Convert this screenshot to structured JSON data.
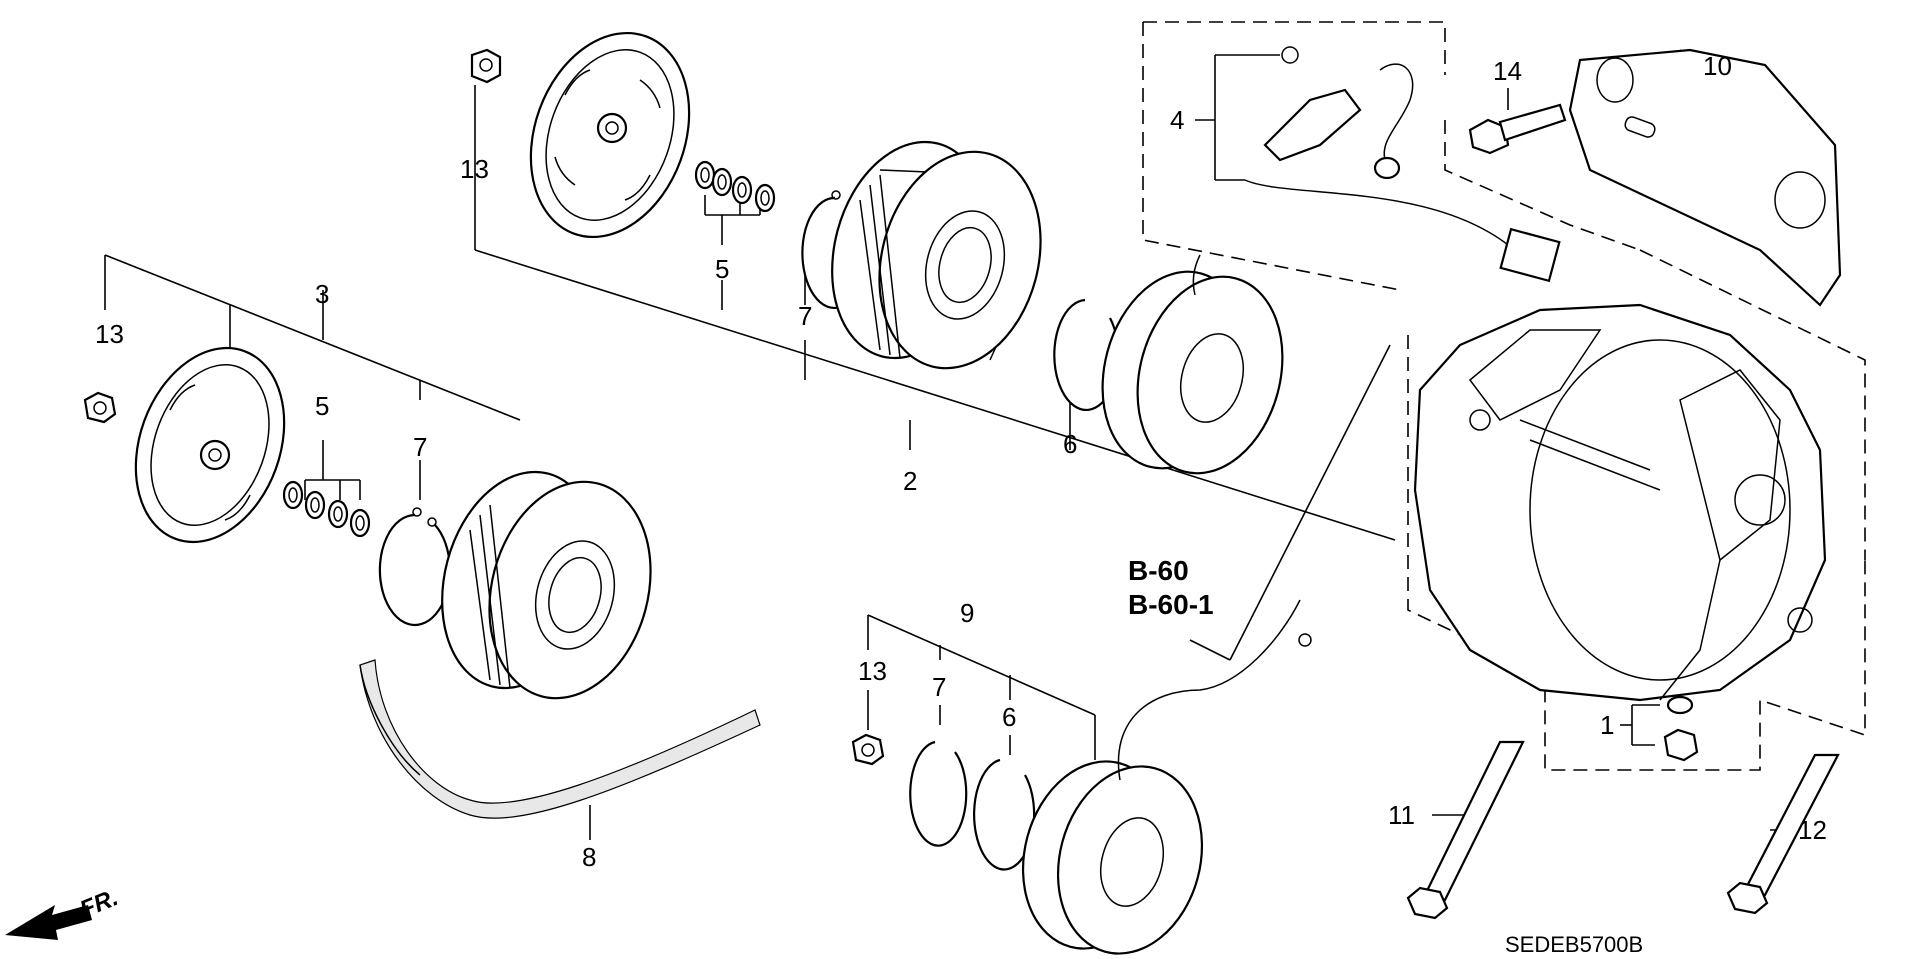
{
  "diagram": {
    "callouts": {
      "c1": "1",
      "c2": "2",
      "c3": "3",
      "c4": "4",
      "c5a": "5",
      "c5b": "5",
      "c6a": "6",
      "c6b": "6",
      "c7a": "7",
      "c7b": "7",
      "c7c": "7",
      "c8": "8",
      "c9": "9",
      "c10": "10",
      "c11": "11",
      "c12": "12",
      "c13a": "13",
      "c13b": "13",
      "c13c": "13",
      "c14": "14"
    },
    "ref_line1": "B-60",
    "ref_line2": "B-60-1",
    "front_label": "FR.",
    "drawing_code": "SEDEB5700B"
  }
}
